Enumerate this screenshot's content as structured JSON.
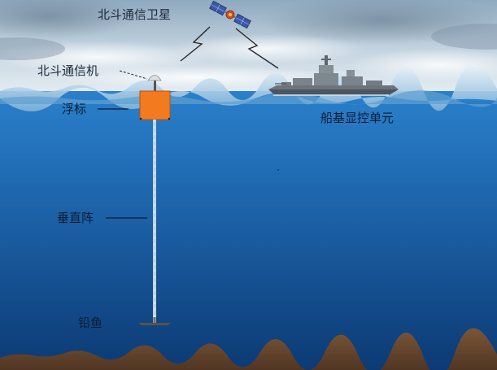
{
  "labels": {
    "satellite": "北斗通信卫星",
    "comm_unit": "北斗通信机",
    "buoy": "浮标",
    "ship_unit": "船基显控单元",
    "vertical_array": "垂直阵",
    "sinker": "铅鱼"
  },
  "icons": {
    "satellite": "satellite-icon",
    "ship": "warship-icon",
    "antenna": "dome-antenna-icon",
    "buoy": "orange-buoy-icon",
    "signal": "lightning-signal-icon"
  },
  "colors": {
    "sky_top": "#8fa9bf",
    "sky_bottom": "#dfe8ee",
    "sea_top": "#2a7fc8",
    "sea_bottom": "#0d3d78",
    "buoy": "#f47a1f",
    "seabed": "#6b4a33",
    "ship": "#5d6670"
  }
}
